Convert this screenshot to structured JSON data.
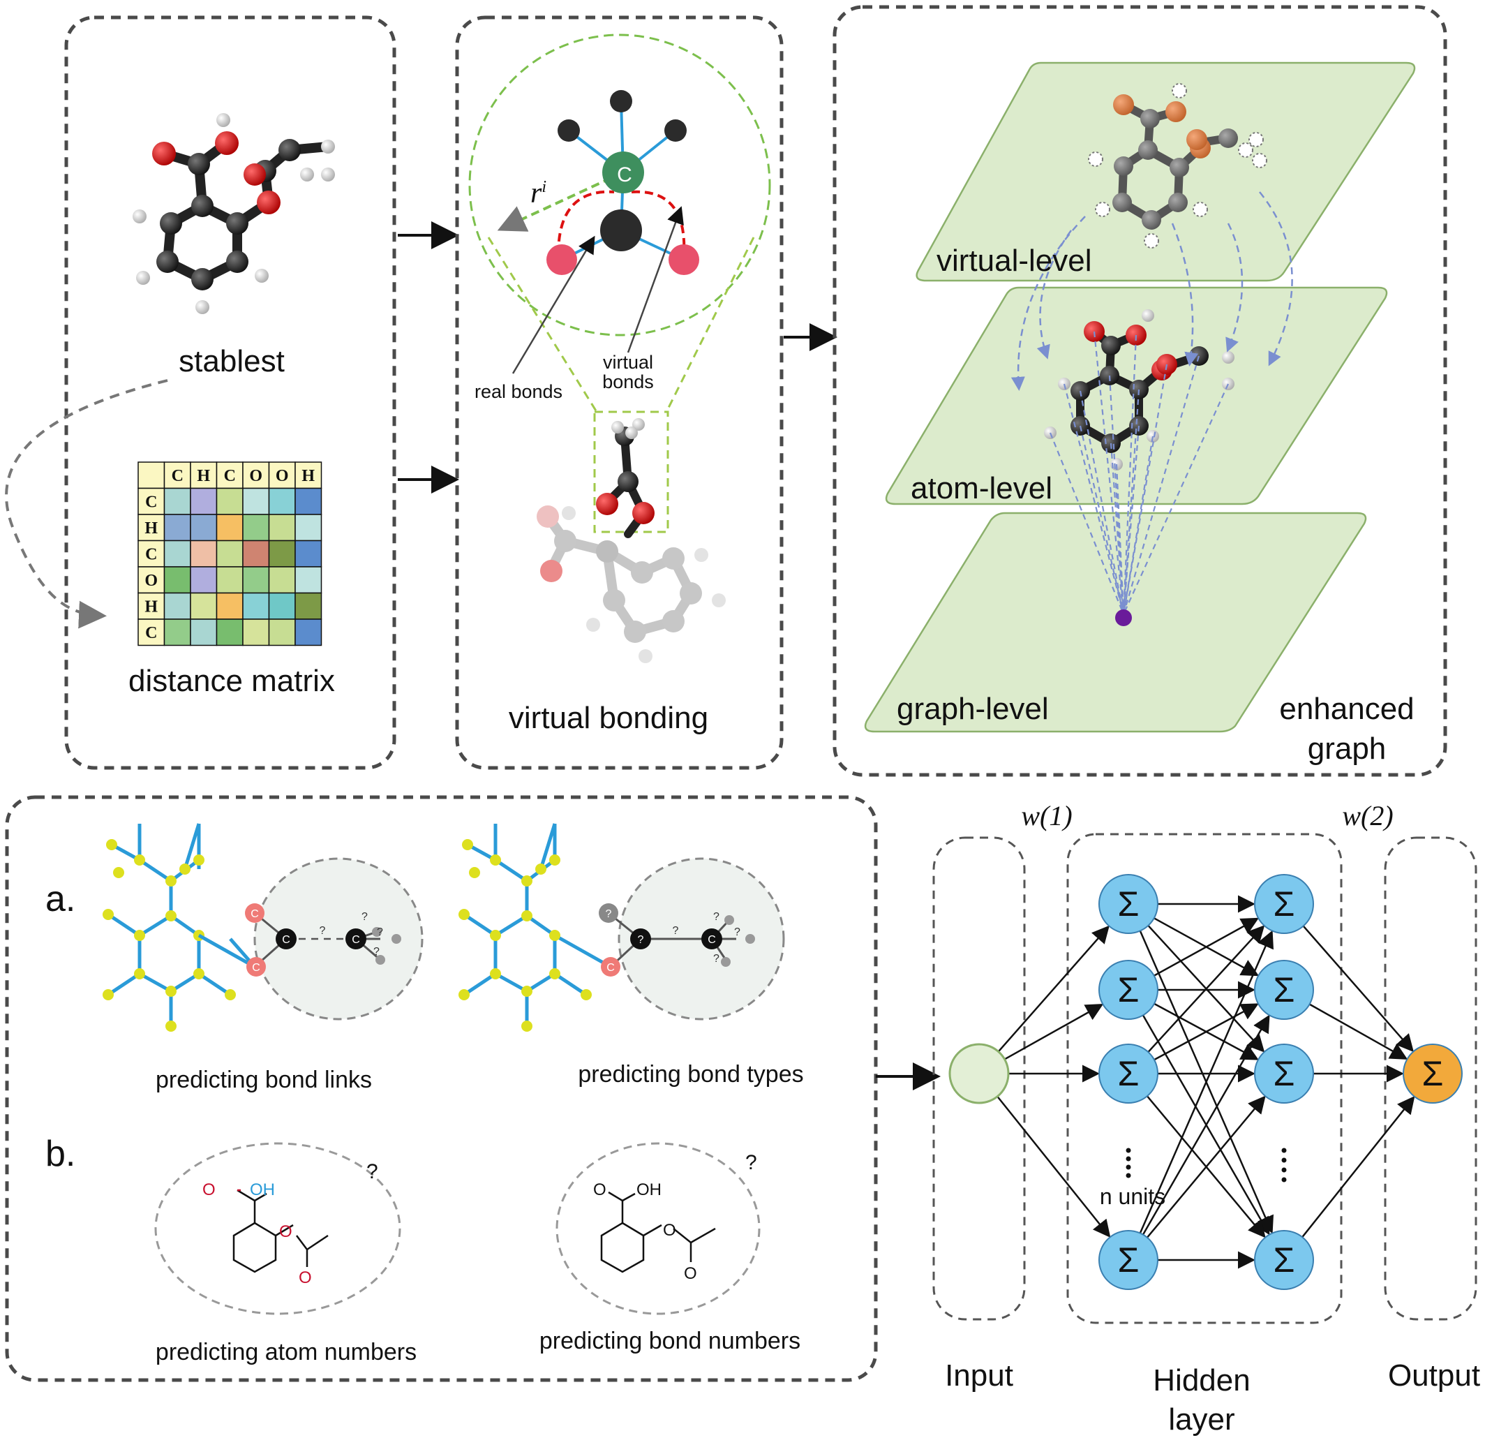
{
  "panels": {
    "conformation": {
      "stablest_label": "stablest",
      "matrix_label": "distance matrix",
      "matrix_headers": [
        "C",
        "H",
        "C",
        "O",
        "O",
        "H"
      ],
      "matrix_rows": [
        "C",
        "H",
        "C",
        "O",
        "H",
        "C"
      ],
      "matrix_colors": [
        [
          "#a9d6d2",
          "#b0aede",
          "#c7dd93",
          "#bfe3e0",
          "#88d1d6",
          "#5b8ccd"
        ],
        [
          "#8aaad3",
          "#8aaad3",
          "#f6bf63",
          "#93cc8a",
          "#c7dd93",
          "#bfe3e0"
        ],
        [
          "#a9d6d2",
          "#efbfa6",
          "#c7dd93",
          "#cf8471",
          "#7d9a47",
          "#5b8ccd"
        ],
        [
          "#78bd6e",
          "#b0aede",
          "#c7dd93",
          "#93cc8a",
          "#c7dd93",
          "#bfe3e0"
        ],
        [
          "#a9d6d2",
          "#d6e39b",
          "#f6bf63",
          "#88d1d6",
          "#6fc8c7",
          "#7d9a47"
        ],
        [
          "#93cc8a",
          "#a9d6d2",
          "#78bd6e",
          "#d6e39b",
          "#c7dd93",
          "#5b8ccd"
        ]
      ]
    },
    "virtual_bonding": {
      "title": "virtual bonding",
      "center_atom": "C",
      "radius_label": "r",
      "radius_sup": "i",
      "real_bonds_label": "real bonds",
      "virtual_bonds_label_1": "virtual",
      "virtual_bonds_label_2": "bonds"
    },
    "enhanced_graph": {
      "title_1": "enhanced",
      "title_2": "graph",
      "levels": [
        "virtual-level",
        "atom-level",
        "graph-level"
      ]
    },
    "pretraining": {
      "label_a": "a.",
      "label_b": "b.",
      "question_mark": "?",
      "atom_c": "C",
      "atom_q": "?",
      "tasks": {
        "bond_links": "predicting bond links",
        "bond_types": "predicting bond types",
        "atom_numbers": "predicting atom numbers",
        "bond_numbers": "predicting bond numbers"
      },
      "mol_oh": "OH"
    },
    "network": {
      "weight_1": "w(1)",
      "weight_2": "w(2)",
      "sigma": "Σ",
      "n_units": "n units",
      "input_label": "Input",
      "hidden_label_1": "Hidden",
      "hidden_label_2": "layer",
      "output_label": "Output"
    }
  },
  "colors": {
    "panel_border": "#4a4a4a",
    "plane_fill": "#dcebcc",
    "plane_stroke": "#8bb06b",
    "neuron": "#7cc8ee",
    "output_neuron": "#f2a93b",
    "input_neuron": "#e3efd6",
    "bond_blue": "#2a9bd8",
    "node_yellow": "#dde01e",
    "oxygen_red": "#c8102e",
    "carbon_dark": "#2b2b2b",
    "green_atom": "#3e8f5e",
    "pink_atom": "#e8506b"
  }
}
